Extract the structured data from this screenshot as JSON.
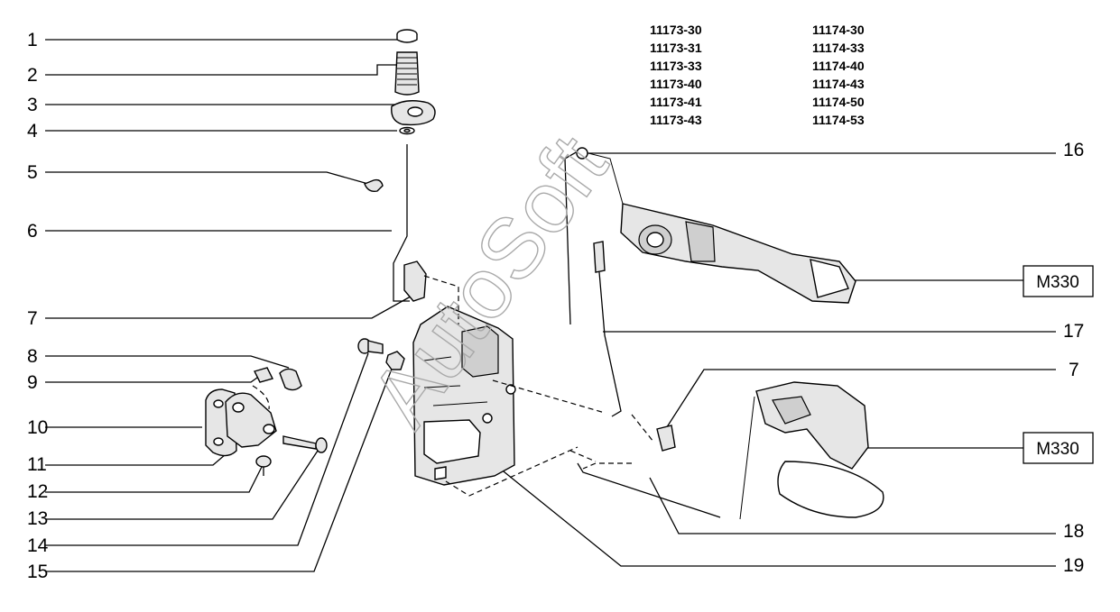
{
  "callouts_left": [
    "1",
    "2",
    "3",
    "4",
    "5",
    "6",
    "7",
    "8",
    "9",
    "10",
    "11",
    "12",
    "13",
    "14",
    "15"
  ],
  "callouts_right": [
    "16",
    "17",
    "7",
    "18",
    "19"
  ],
  "model_codes": {
    "col1": [
      "11173-30",
      "11173-31",
      "11173-33",
      "11173-40",
      "11173-41",
      "11173-43"
    ],
    "col2": [
      "11174-30",
      "11174-33",
      "11174-40",
      "11174-43",
      "11174-50",
      "11174-53"
    ]
  },
  "ref_boxes": [
    "M330",
    "M330"
  ],
  "watermark": "AutoSoft"
}
